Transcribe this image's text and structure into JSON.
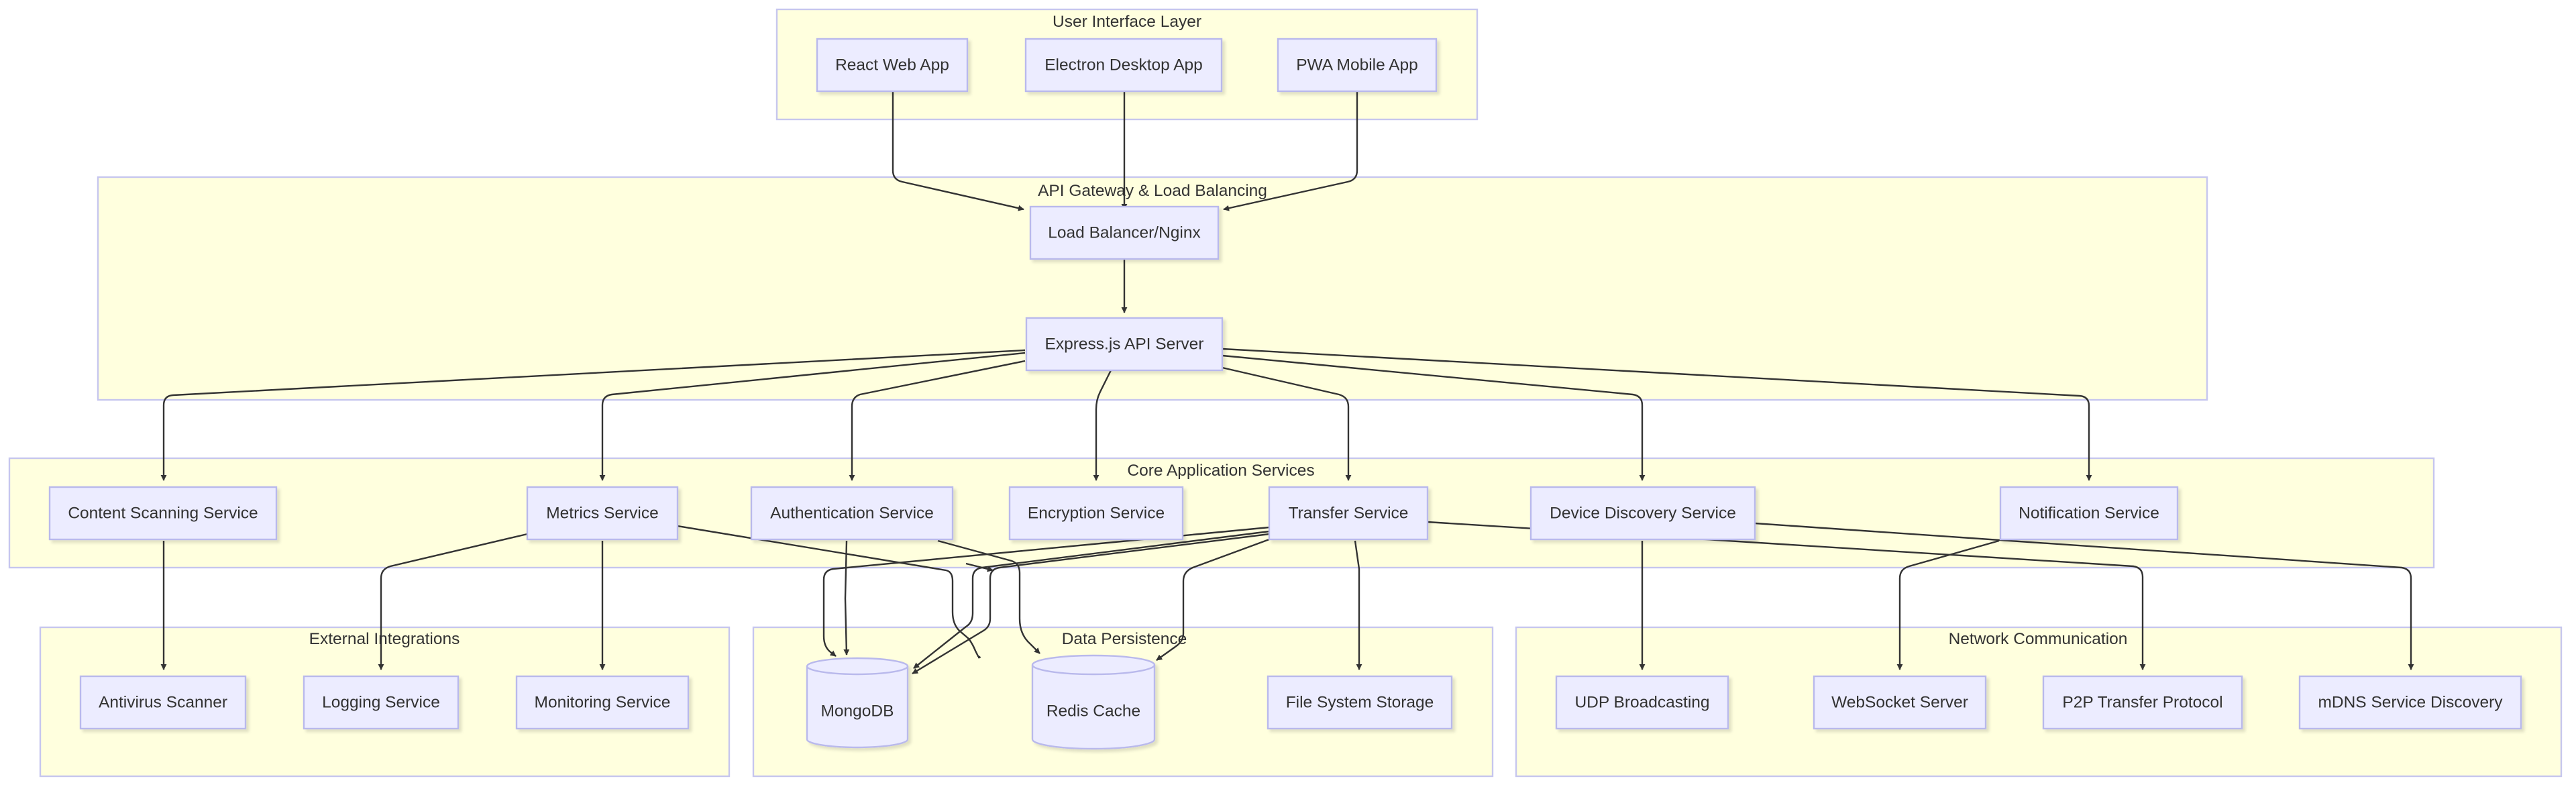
{
  "clusters": {
    "ui_layer": "User Interface Layer",
    "api_gateway": "API Gateway & Load Balancing",
    "core_services": "Core Application Services",
    "external": "External Integrations",
    "persistence": "Data Persistence",
    "network": "Network Communication"
  },
  "nodes": {
    "react_web": "React Web App",
    "electron_desktop": "Electron Desktop App",
    "pwa_mobile": "PWA Mobile App",
    "load_balancer": "Load Balancer/Nginx",
    "express_api": "Express.js API Server",
    "content_scanning": "Content Scanning Service",
    "metrics": "Metrics Service",
    "authentication": "Authentication Service",
    "encryption": "Encryption Service",
    "transfer": "Transfer Service",
    "device_discovery": "Device Discovery Service",
    "notification": "Notification Service",
    "antivirus": "Antivirus Scanner",
    "logging": "Logging Service",
    "monitoring": "Monitoring Service",
    "mongodb": "MongoDB",
    "redis": "Redis Cache",
    "file_storage": "File System Storage",
    "udp": "UDP Broadcasting",
    "websocket": "WebSocket Server",
    "p2p": "P2P Transfer Protocol",
    "mdns": "mDNS Service Discovery"
  },
  "colors": {
    "cluster_fill": "#ffffde",
    "cluster_stroke": "#c6c6ee",
    "node_fill": "#ececff",
    "node_stroke": "#b9b9ec",
    "edge": "#333333",
    "text": "#333333"
  }
}
